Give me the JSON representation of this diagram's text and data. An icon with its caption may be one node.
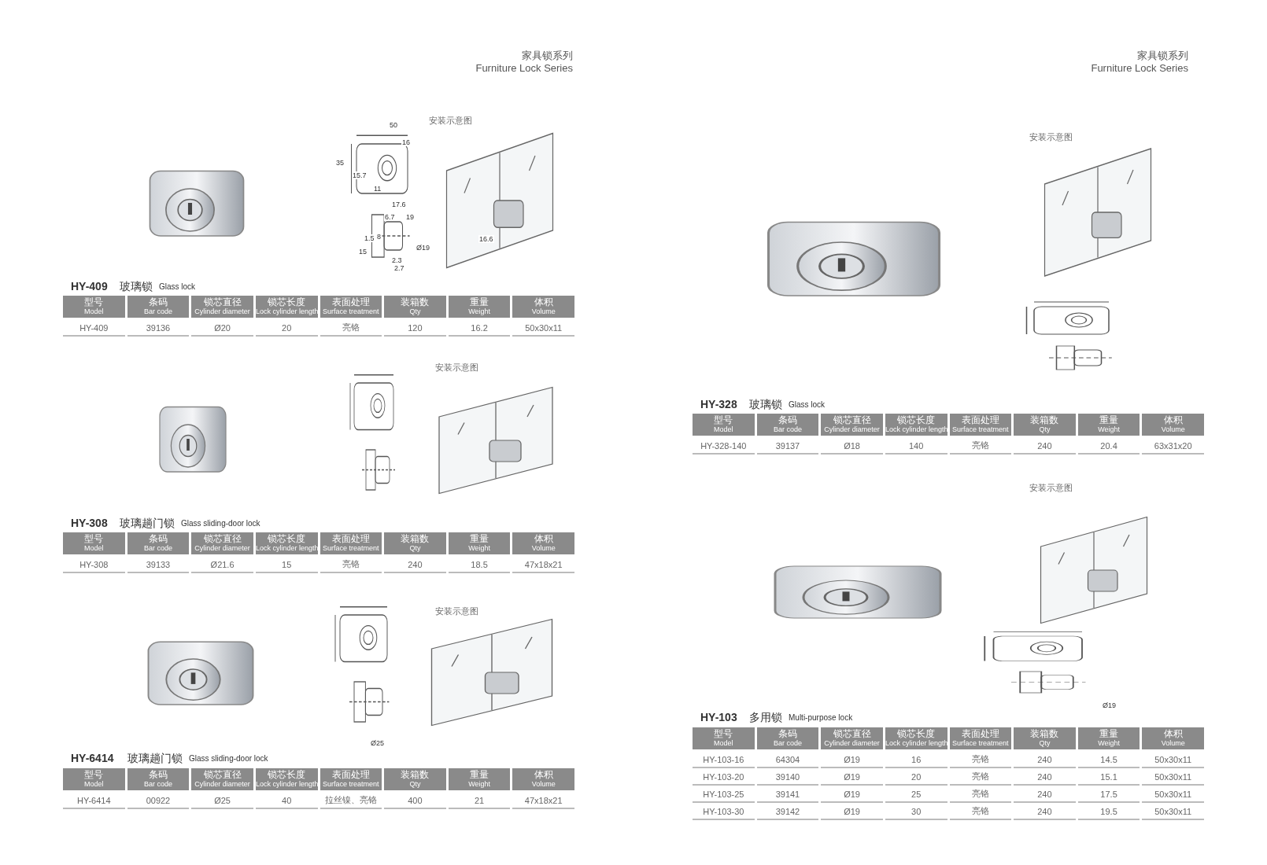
{
  "diagram": {
    "labels": [
      "家具锁系列",
      "Furniture Lock Series",
      "安装示意图",
      "50",
      "16",
      "35",
      "15.7",
      "11",
      "17.6",
      "6.7",
      "19",
      "1.5",
      "8",
      "15",
      "Ø19",
      "2.3",
      "2.7",
      "16.6",
      "HY-409",
      "玻璃锁",
      "Glass lock",
      "型号",
      "Model",
      "条码",
      "Bar code",
      "锁芯直径",
      "Cylinder diameter",
      "锁芯长度",
      "Lock cylinder length",
      "表面处理",
      "Surface treatment",
      "装箱数",
      "Qty",
      "重量",
      "Weight",
      "体积",
      "Volume",
      "HY-409",
      "39136",
      "Ø20",
      "20",
      "亮铬",
      "120",
      "16.2",
      "50x30x11",
      "安装示意图",
      "HY-308",
      "玻璃趟门锁",
      "Glass sliding-door lock",
      "型号",
      "Model",
      "条码",
      "Bar code",
      "锁芯直径",
      "Cylinder diameter",
      "锁芯长度",
      "Lock cylinder length",
      "表面处理",
      "Surface treatment",
      "装箱数",
      "Qty",
      "重量",
      "Weight",
      "体积",
      "Volume",
      "HY-308",
      "39133",
      "Ø21.6",
      "15",
      "亮铬",
      "240",
      "18.5",
      "47x18x21",
      "安装示意图",
      "Ø25",
      "HY-6414",
      "玻璃趟门锁",
      "Glass sliding-door lock",
      "型号",
      "Model",
      "条码",
      "Bar code",
      "锁芯直径",
      "Cylinder diameter",
      "锁芯长度",
      "Lock cylinder length",
      "表面处理",
      "Surface treatment",
      "装箱数",
      "Qty",
      "重量",
      "Weight",
      "体积",
      "Volume",
      "HY-6414",
      "00922",
      "Ø25",
      "40",
      "拉丝镍、亮铬",
      "400",
      "21",
      "47x18x21",
      "家具锁系列",
      "Furniture Lock Series",
      "安装示意图",
      "HY-328",
      "玻璃锁",
      "Glass lock",
      "型号",
      "Model",
      "条码",
      "Bar code",
      "锁芯直径",
      "Cylinder diameter",
      "锁芯长度",
      "Lock cylinder length",
      "表面处理",
      "Surface treatment",
      "装箱数",
      "Qty",
      "重量",
      "Weight",
      "体积",
      "Volume",
      "HY-328-140",
      "39137",
      "Ø18",
      "140",
      "亮铬",
      "240",
      "20.4",
      "63x31x20",
      "安装示意图",
      "Ø19",
      "HY-103",
      "多用锁",
      "Multi-purpose lock",
      "型号",
      "Model",
      "条码",
      "Bar code",
      "锁芯直径",
      "Cylinder diameter",
      "锁芯长度",
      "Lock cylinder length",
      "表面处理",
      "Surface treatment",
      "装箱数",
      "Qty",
      "重量",
      "Weight",
      "体积",
      "Volume",
      "HY-103-16",
      "64304",
      "Ø19",
      "16",
      "亮铬",
      "240",
      "14.5",
      "50x30x11",
      "HY-103-20",
      "39140",
      "Ø19",
      "20",
      "亮铬",
      "240",
      "15.1",
      "50x30x11",
      "HY-103-25",
      "39141",
      "Ø19",
      "25",
      "亮铬",
      "240",
      "17.5",
      "50x30x11",
      "HY-103-30",
      "39142",
      "Ø19",
      "30",
      "亮铬",
      "240",
      "19.5",
      "50x30x11"
    ]
  }
}
